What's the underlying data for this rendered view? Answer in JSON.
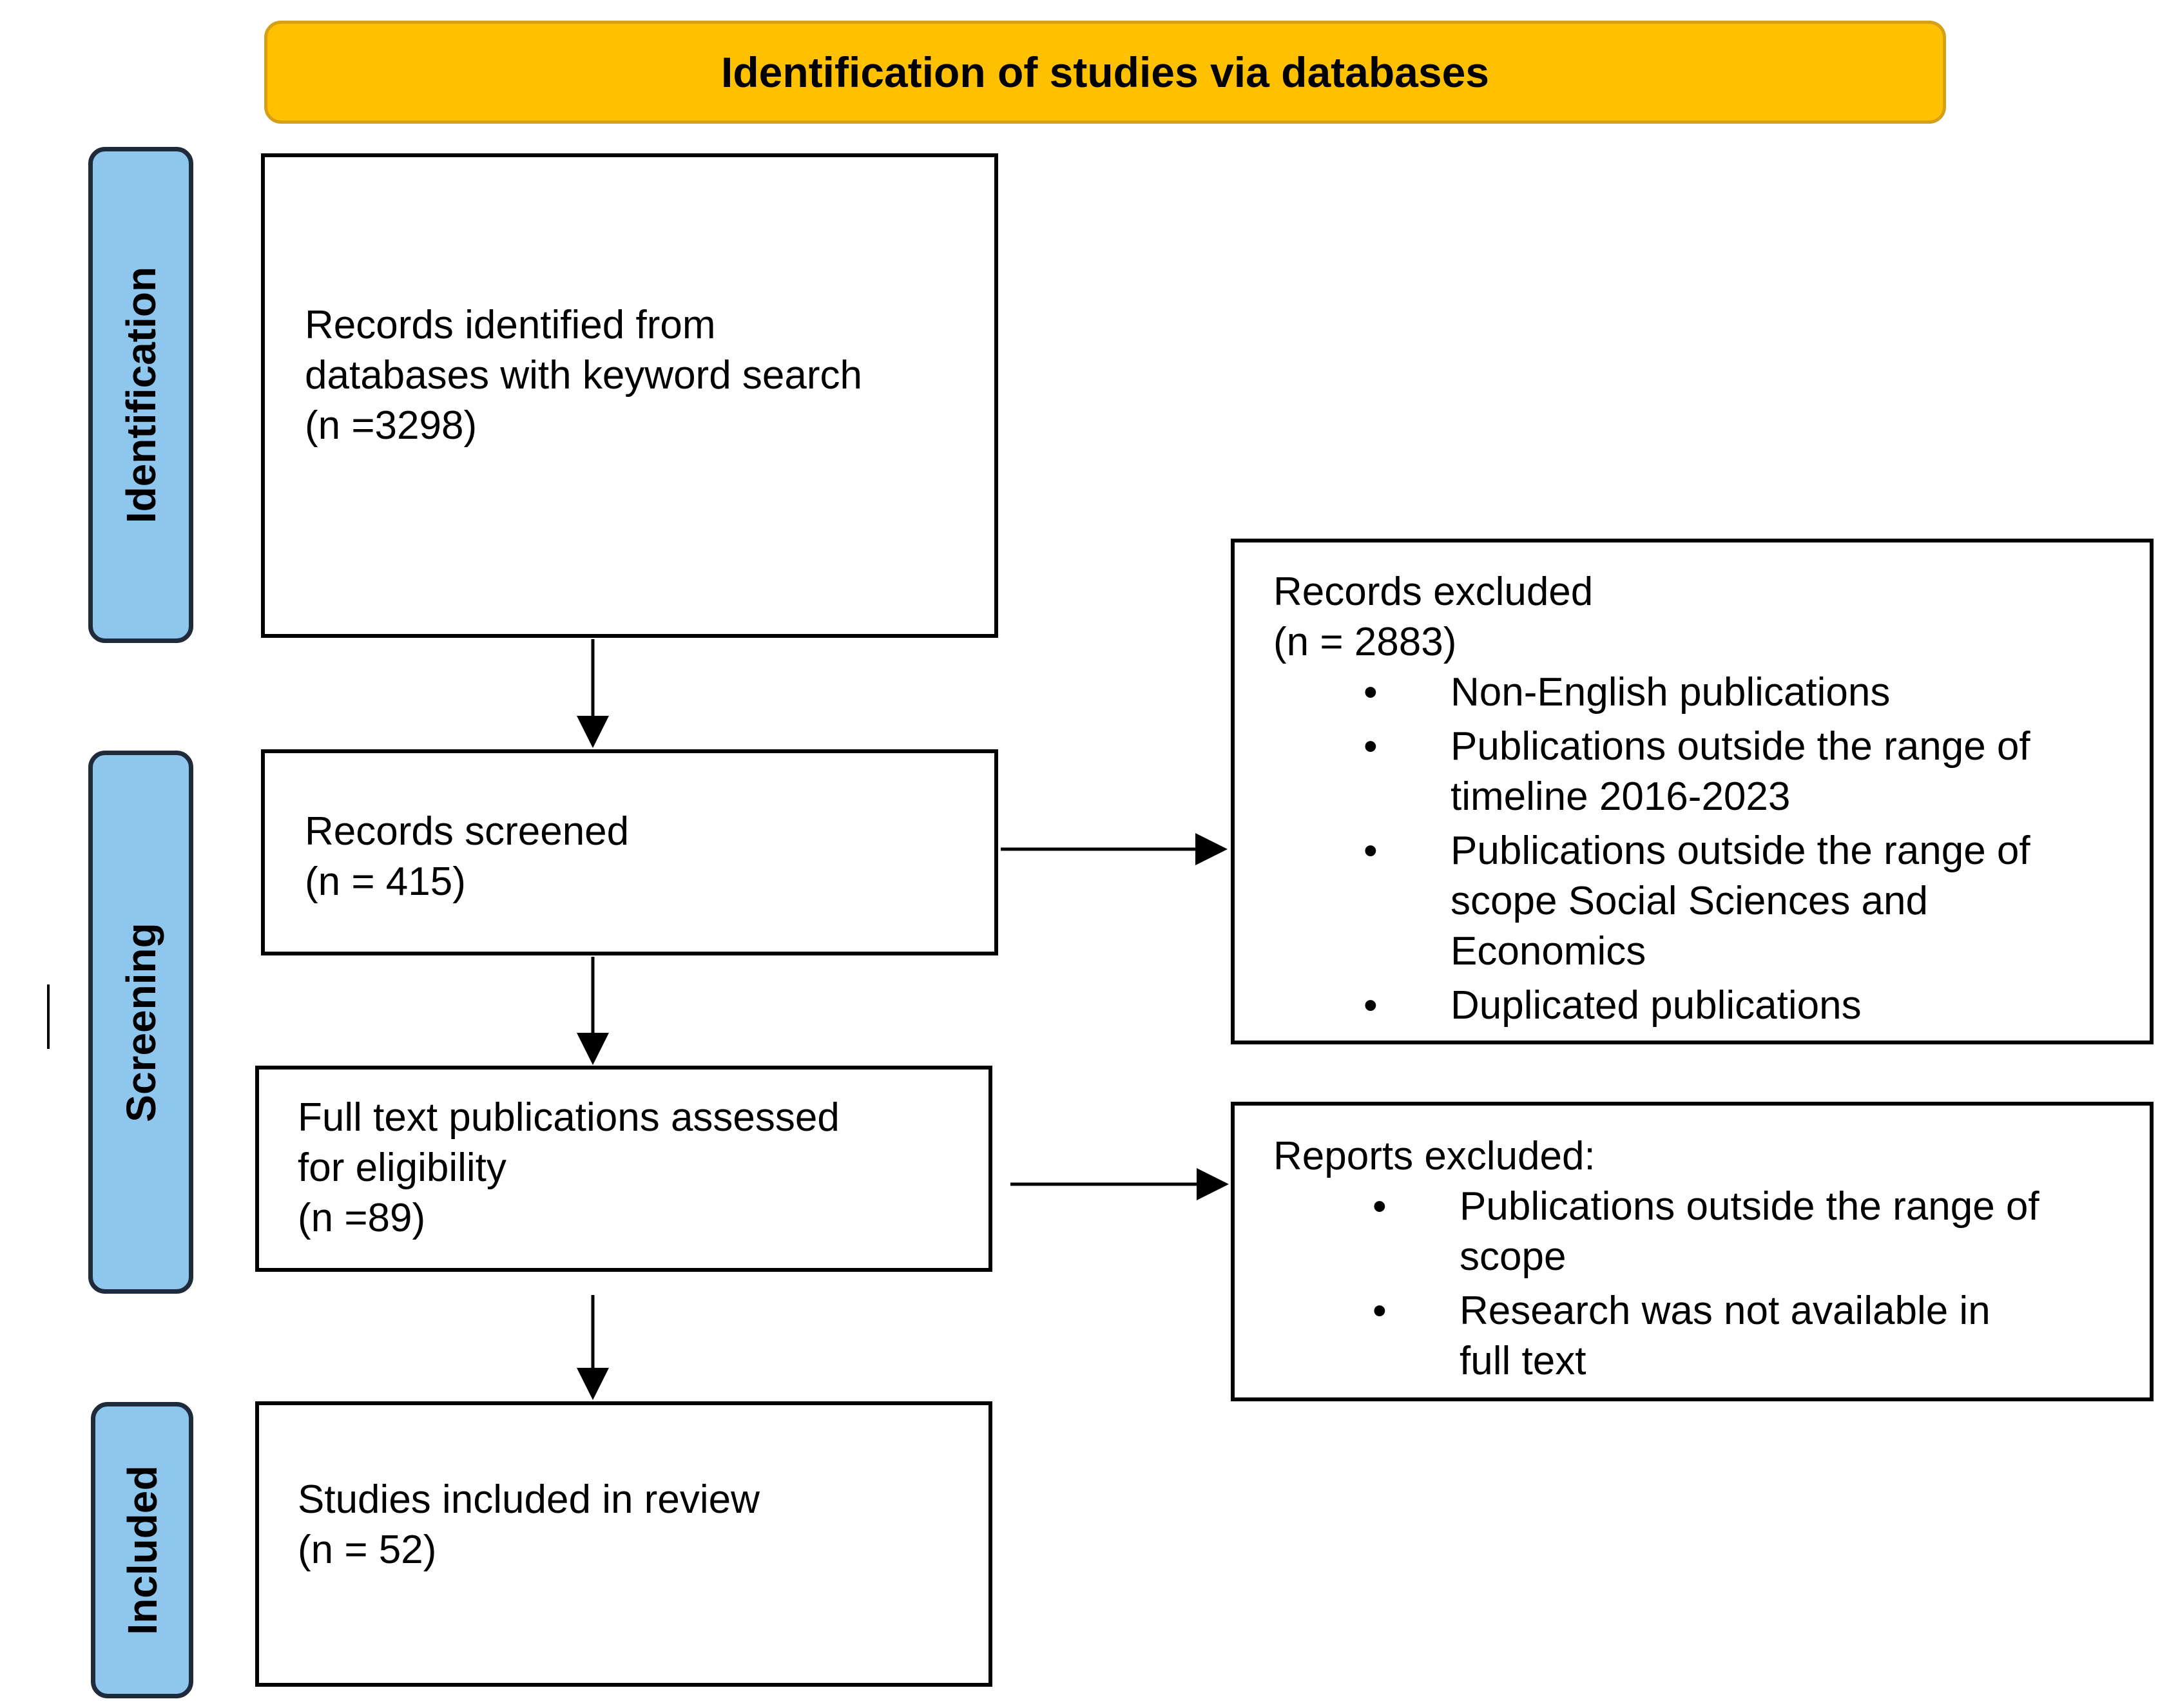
{
  "header": {
    "title": "Identification of studies via databases"
  },
  "stages": {
    "identification": "Identification",
    "screening": "Screening",
    "included": "Included"
  },
  "records_identified": {
    "line1": "Records identified from",
    "line2": "databases with keyword search",
    "line3": "(n =3298)"
  },
  "records_screened": {
    "line1": "Records screened",
    "line2": "(n = 415)"
  },
  "full_text": {
    "line1": "Full text publications assessed",
    "line2": "for eligibility",
    "line3": "(n =89)"
  },
  "studies_included": {
    "line1": "Studies included in review",
    "line2": "(n = 52)"
  },
  "records_excluded": {
    "title": "Records excluded",
    "count": "(n = 2883)",
    "items": [
      [
        "Non-English publications"
      ],
      [
        "Publications outside the range of",
        "timeline 2016-2023"
      ],
      [
        "Publications outside the range of",
        "scope Social Sciences and",
        "Economics"
      ],
      [
        "Duplicated publications"
      ]
    ]
  },
  "reports_excluded": {
    "title": "Reports excluded:",
    "items": [
      [
        "Publications outside the range of",
        "scope"
      ],
      [
        "Research was not available in",
        "full text"
      ]
    ]
  },
  "bullet_glyph": "•"
}
